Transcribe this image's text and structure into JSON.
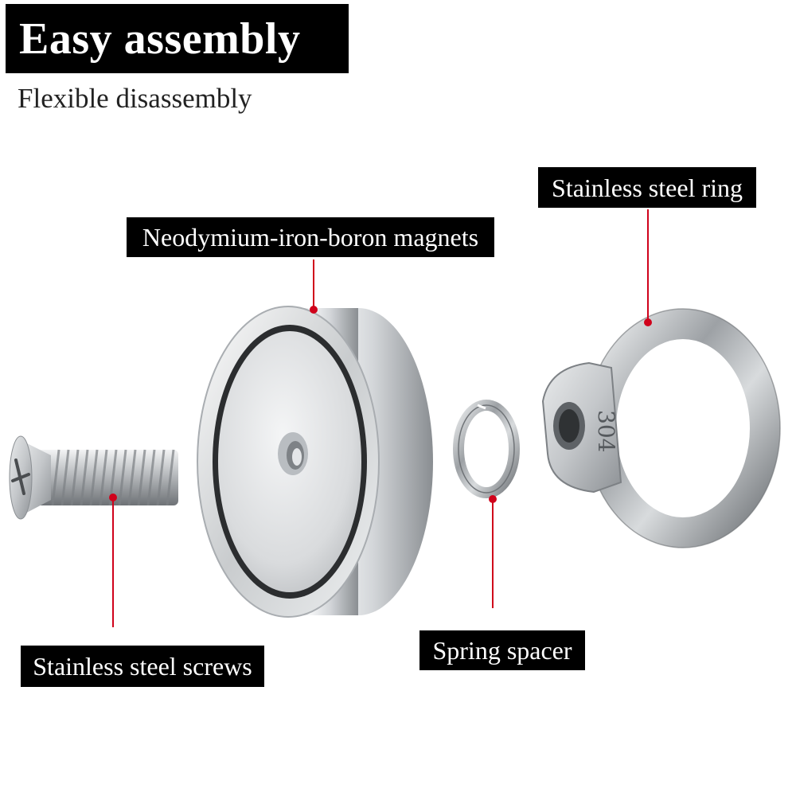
{
  "header": {
    "title": "Easy assembly",
    "subtitle": "Flexible disassembly"
  },
  "labels": {
    "magnet": "Neodymium-iron-boron magnets",
    "ring": "Stainless steel ring",
    "screws": "Stainless steel screws",
    "spacer": "Spring spacer"
  },
  "ring_stamp": "304",
  "colors": {
    "label_bg": "#000000",
    "label_text": "#ffffff",
    "leader_line": "#d0021b",
    "metal": "#c8cacd"
  },
  "icons": [
    "screw-icon",
    "magnet-icon",
    "spring-washer-icon",
    "eye-nut-ring-icon"
  ]
}
